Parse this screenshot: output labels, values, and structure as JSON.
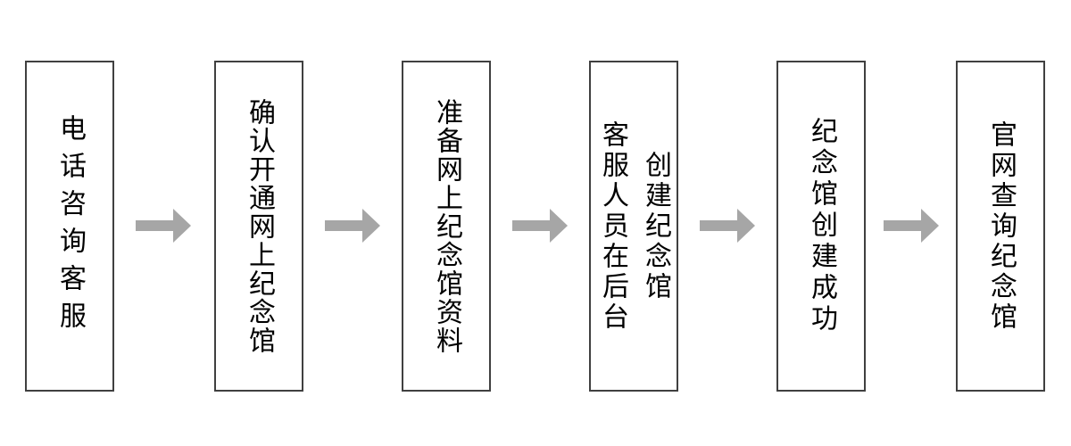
{
  "flowchart": {
    "colors": {
      "background": "#ffffff",
      "box_border": "#404040",
      "text": "#000000",
      "arrow": "#a6a6a6"
    },
    "connector_icon": "right-arrow",
    "steps": [
      {
        "label": "电话咨询客服"
      },
      {
        "label": "确认开通网上纪念馆"
      },
      {
        "label": "准备网上纪念馆资料"
      },
      {
        "label": "客服人员在后台\n创建纪念馆"
      },
      {
        "label": "纪念馆创建成功"
      },
      {
        "label": "官网查询纪念馆"
      }
    ]
  }
}
